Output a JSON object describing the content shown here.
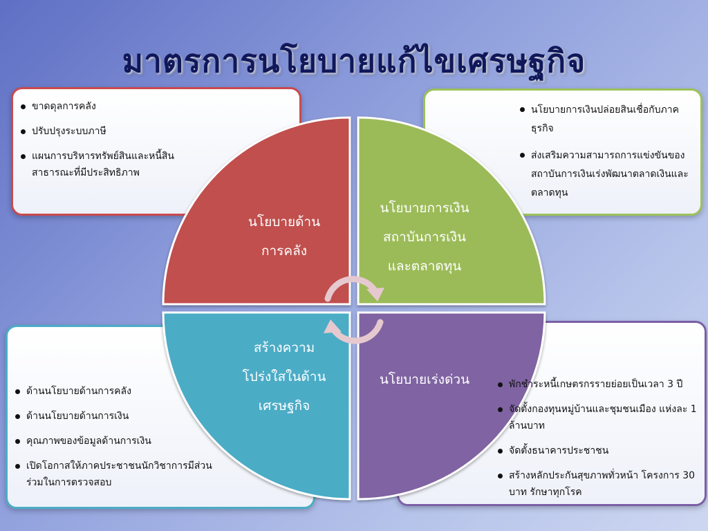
{
  "slide": {
    "title": "มาตรการนโยบายแก้ไขเศรษฐกิจ"
  },
  "quadrants": {
    "top_left": {
      "label": "นโยบายด้าน\nการคลัง",
      "color": "#c0504d"
    },
    "top_right": {
      "label": "นโยบายการเงิน\nสถาบันการเงิน\nและตลาดทุน",
      "color": "#9bbb59"
    },
    "bottom_left": {
      "label": "สร้างความ\nโปร่งใสในด้าน\nเศรษฐกิจ",
      "color": "#4bacc6"
    },
    "bottom_right": {
      "label": "นโยบายเร่งด่วน",
      "color": "#8064a2"
    }
  },
  "boxes": {
    "top_left": {
      "items": [
        "ขาดดุลการคลัง",
        "ปรับปรุงระบบภาษี",
        "แผนการบริหารทรัพย์สินและหนี้สินสาธารณะที่มีประสิทธิภาพ"
      ]
    },
    "top_right": {
      "items": [
        "นโยบายการเงินปล่อยสินเชื่อกับภาคธุรกิจ",
        "ส่งเสริมความสามารถการแข่งขันของสถาบันการเงินเร่งพัฒนาตลาดเงินและตลาดทุน"
      ]
    },
    "bottom_left": {
      "items": [
        "ด้านนโยบายด้านการคลัง",
        "ด้านนโยบายด้านการเงิน",
        "คุณภาพของข้อมูลด้านการเงิน",
        "เปิดโอกาสให้ภาคประชาชนนักวิชาการมีส่วนร่วมในการตรวจสอบ"
      ]
    },
    "bottom_right": {
      "items": [
        "พักชำระหนี้เกษตรกรรายย่อยเป็นเวลา 3 ปี",
        "จัดตั้งกองทุนหมู่บ้านและชุมชนเมือง แห่งละ 1 ล้านบาท",
        "จัดตั้งธนาคารประชาชน",
        "สร้างหลักประกันสุขภาพทั่วหน้า โครงการ 30 บาท รักษาทุกโรค"
      ]
    }
  },
  "cycle_arrows": {
    "color": "#e6c9cf"
  }
}
